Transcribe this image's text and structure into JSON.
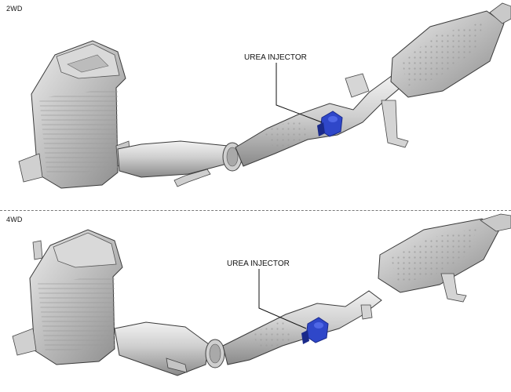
{
  "sections": [
    {
      "label": "2WD",
      "callout": "UREA INJECTOR"
    },
    {
      "label": "4WD",
      "callout": "UREA INJECTOR"
    }
  ],
  "colors": {
    "metal_light": "#e6e6e6",
    "metal_mid": "#bdbdbd",
    "metal_dark": "#7a7a7a",
    "outline": "#3a3a3a",
    "injector": "#2f47c9",
    "injector_dark": "#1a2a8a"
  }
}
